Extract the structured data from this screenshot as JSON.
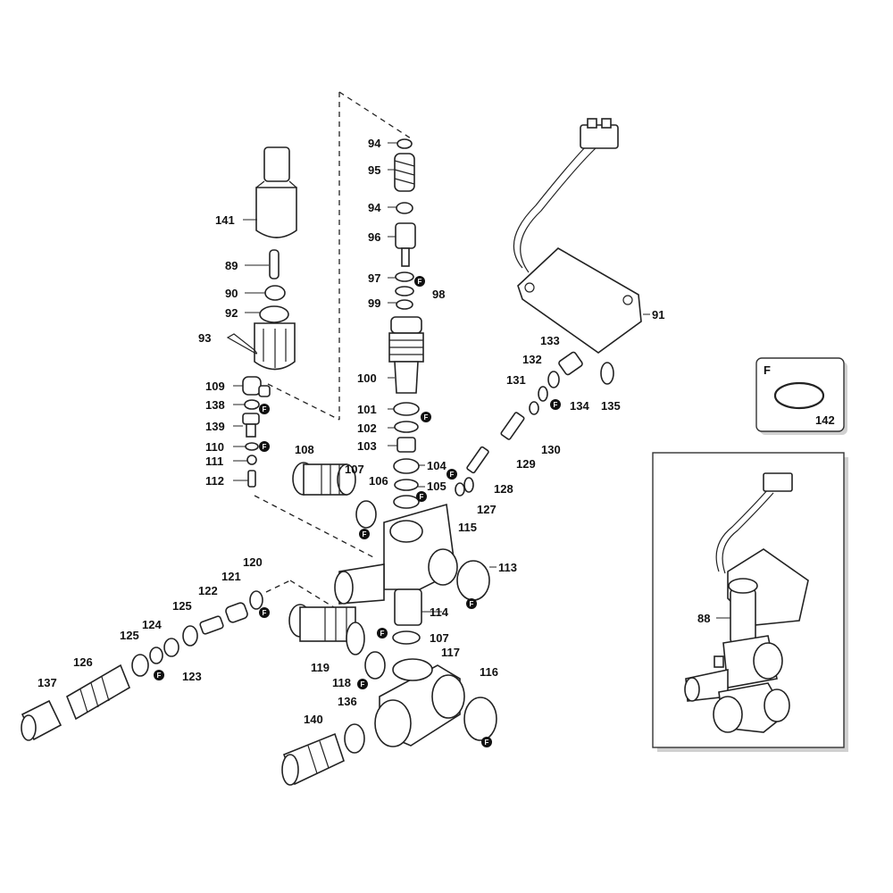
{
  "parts": {
    "p88": "88",
    "p89": "89",
    "p90": "90",
    "p91": "91",
    "p92": "92",
    "p93": "93",
    "p94a": "94",
    "p94b": "94",
    "p95": "95",
    "p96": "96",
    "p97": "97",
    "p98": "98",
    "p99": "99",
    "p100": "100",
    "p101": "101",
    "p102": "102",
    "p103": "103",
    "p104": "104",
    "p105": "105",
    "p106": "106",
    "p107a": "107",
    "p107b": "107",
    "p108": "108",
    "p109": "109",
    "p110": "110",
    "p111": "111",
    "p112": "112",
    "p113": "113",
    "p114": "114",
    "p115": "115",
    "p116": "116",
    "p117": "117",
    "p118": "118",
    "p119": "119",
    "p120": "120",
    "p121": "121",
    "p122": "122",
    "p123": "123",
    "p124": "124",
    "p125a": "125",
    "p125b": "125",
    "p126": "126",
    "p127": "127",
    "p128": "128",
    "p129": "129",
    "p130": "130",
    "p131": "131",
    "p132": "132",
    "p133": "133",
    "p134": "134",
    "p135": "135",
    "p136": "136",
    "p137": "137",
    "p138": "138",
    "p139": "139",
    "p140": "140",
    "p141": "141",
    "p142": "142"
  },
  "marker": "F",
  "legend": {
    "marker": "F",
    "part": "142"
  }
}
